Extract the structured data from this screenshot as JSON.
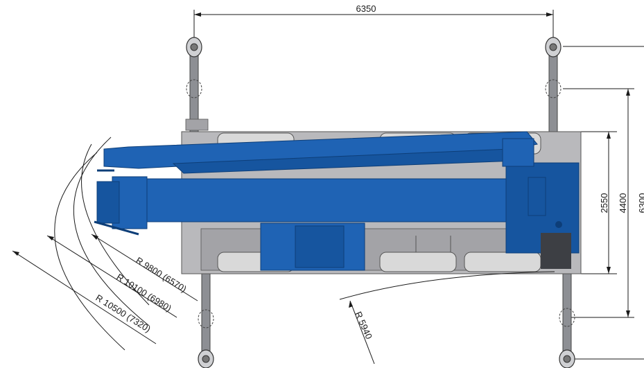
{
  "dimensions": {
    "outrigger_span_length": "6350",
    "chassis_width": "2550",
    "outrigger_width_partial": "4400",
    "outrigger_width_full": "6300",
    "radius_inner": "R 9800 (6570)",
    "radius_middle": "R 10100 (6980)",
    "radius_outer": "R 10500 (7320)",
    "turning_radius": "R 5940"
  },
  "colors": {
    "machine_blue": "#1f63b4",
    "chassis_grey": "#b9b9bc",
    "line": "#1a1a1a"
  }
}
